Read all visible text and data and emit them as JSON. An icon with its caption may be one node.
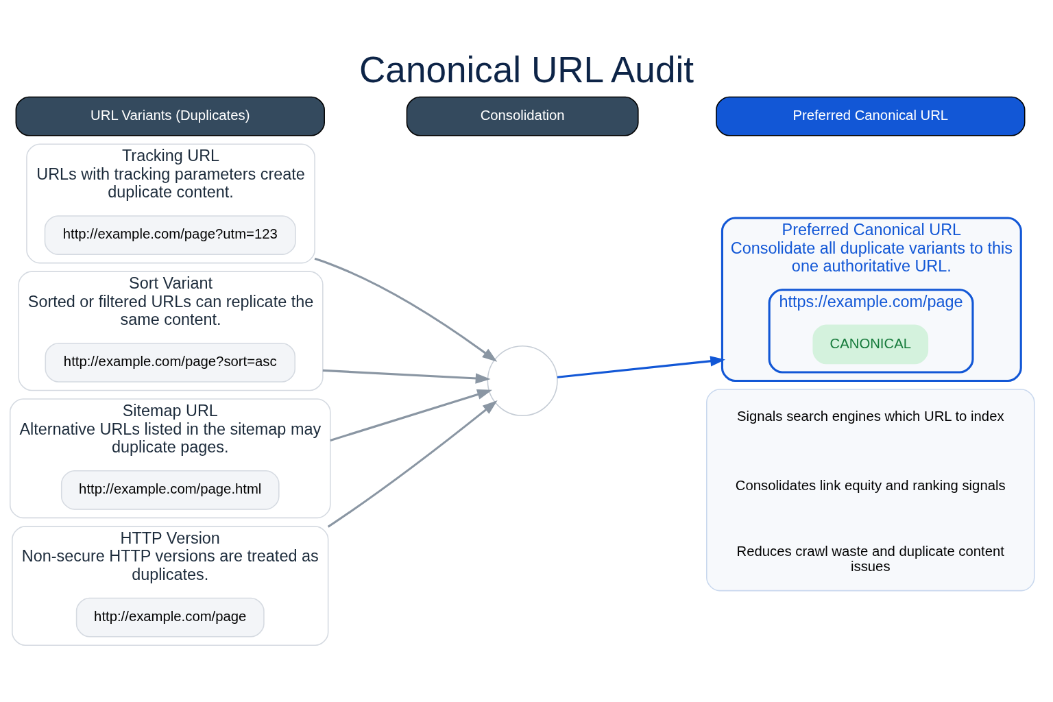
{
  "diagram": {
    "title": "Canonical URL Audit",
    "nodes": [
      {
        "text": [
          "URL Variants (Duplicates)"
        ]
      },
      {
        "text": [
          "Consolidation"
        ]
      },
      {
        "text": [
          "Preferred Canonical URL"
        ]
      },
      {
        "text": [
          "Tracking URL",
          "URLs with tracking parameters create duplicate content."
        ]
      },
      {
        "text": [
          "http://example.com/page?utm=123"
        ],
        "in": 3
      },
      {
        "text": [
          "Sort Variant",
          "Sorted or filtered URLs can replicate the same content."
        ]
      },
      {
        "text": [
          "http://example.com/page?sort=asc"
        ],
        "in": 5
      },
      {
        "text": [
          "Sitemap URL",
          "Alternative URLs listed in the sitemap may duplicate pages."
        ]
      },
      {
        "text": [
          "http://example.com/page.html"
        ],
        "in": 7
      },
      {
        "text": [
          "HTTP Version",
          "Non-secure HTTP versions are treated as duplicates."
        ]
      },
      {
        "text": [
          "http://example.com/page"
        ],
        "in": 9
      },
      {
        "text": [],
        "shape": "circle"
      },
      {
        "text": [
          "Preferred Canonical URL",
          "Consolidate all duplicate variants to this one authoritative URL."
        ]
      },
      {
        "text": [
          "https://example.com/page"
        ],
        "in": 12
      },
      {
        "text": [
          "CANONICAL"
        ],
        "in": 13
      },
      {
        "text": [],
        "shape": "box"
      },
      {
        "text": [
          "Signals search engines which URL to index"
        ],
        "in": 15
      },
      {
        "text": [
          "Consolidates link equity and ranking signals"
        ],
        "in": 15
      },
      {
        "text": [
          "Reduces crawl waste and duplicate content issues"
        ],
        "in": 15
      }
    ],
    "edges": [
      {
        "from": 3,
        "to": 11,
        "arrow": "to"
      },
      {
        "from": 5,
        "to": 11,
        "arrow": "to"
      },
      {
        "from": 7,
        "to": 11,
        "arrow": "to"
      },
      {
        "from": 9,
        "to": 11,
        "arrow": "to"
      },
      {
        "from": 11,
        "to": 12,
        "arrow": "to",
        "color": "#1257d6"
      }
    ]
  }
}
